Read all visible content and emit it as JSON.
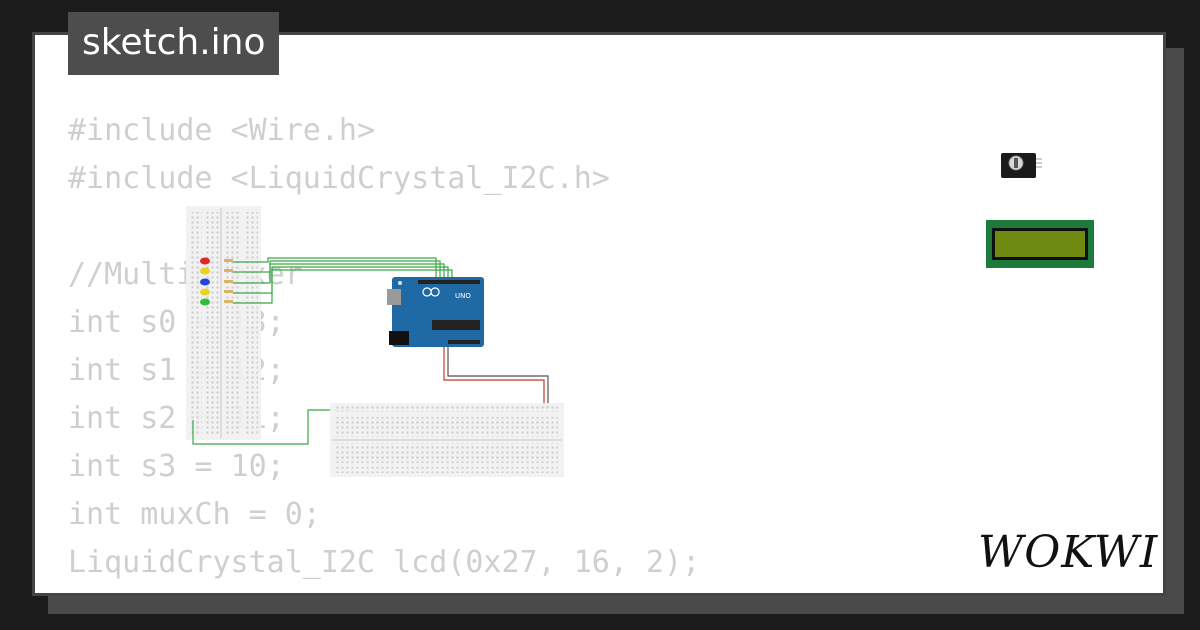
{
  "editor": {
    "filename": "sketch.ino",
    "code_lines": [
      "#include <Wire.h>",
      "#include <LiquidCrystal_I2C.h>",
      "",
      "//Multiplexer",
      "int s0 = 13;",
      "int s1 = 12;",
      "int s2 = 11;",
      "int s3 = 10;",
      "int muxCh = 0;",
      "LiquidCrystal_I2C lcd(0x27, 16, 2);"
    ]
  },
  "board": {
    "label": "UNO"
  },
  "brand": {
    "name": "WOKWI"
  },
  "colors": {
    "background": "#1b1b1b",
    "card": "#ffffff",
    "tab": "#4d4d4d",
    "code_text": "#cfcfcf",
    "arduino": "#1f6aa5",
    "lcd_board": "#1e7a3a",
    "lcd_screen": "#6f8a10",
    "wire_green": "#3aa845",
    "wire_red": "#c0392b"
  },
  "icons": [
    "potentiometer-icon",
    "lcd-display-icon",
    "arduino-uno-board",
    "breadboard",
    "led-red",
    "led-yellow",
    "led-blue",
    "led-green",
    "wokwi-logo"
  ]
}
